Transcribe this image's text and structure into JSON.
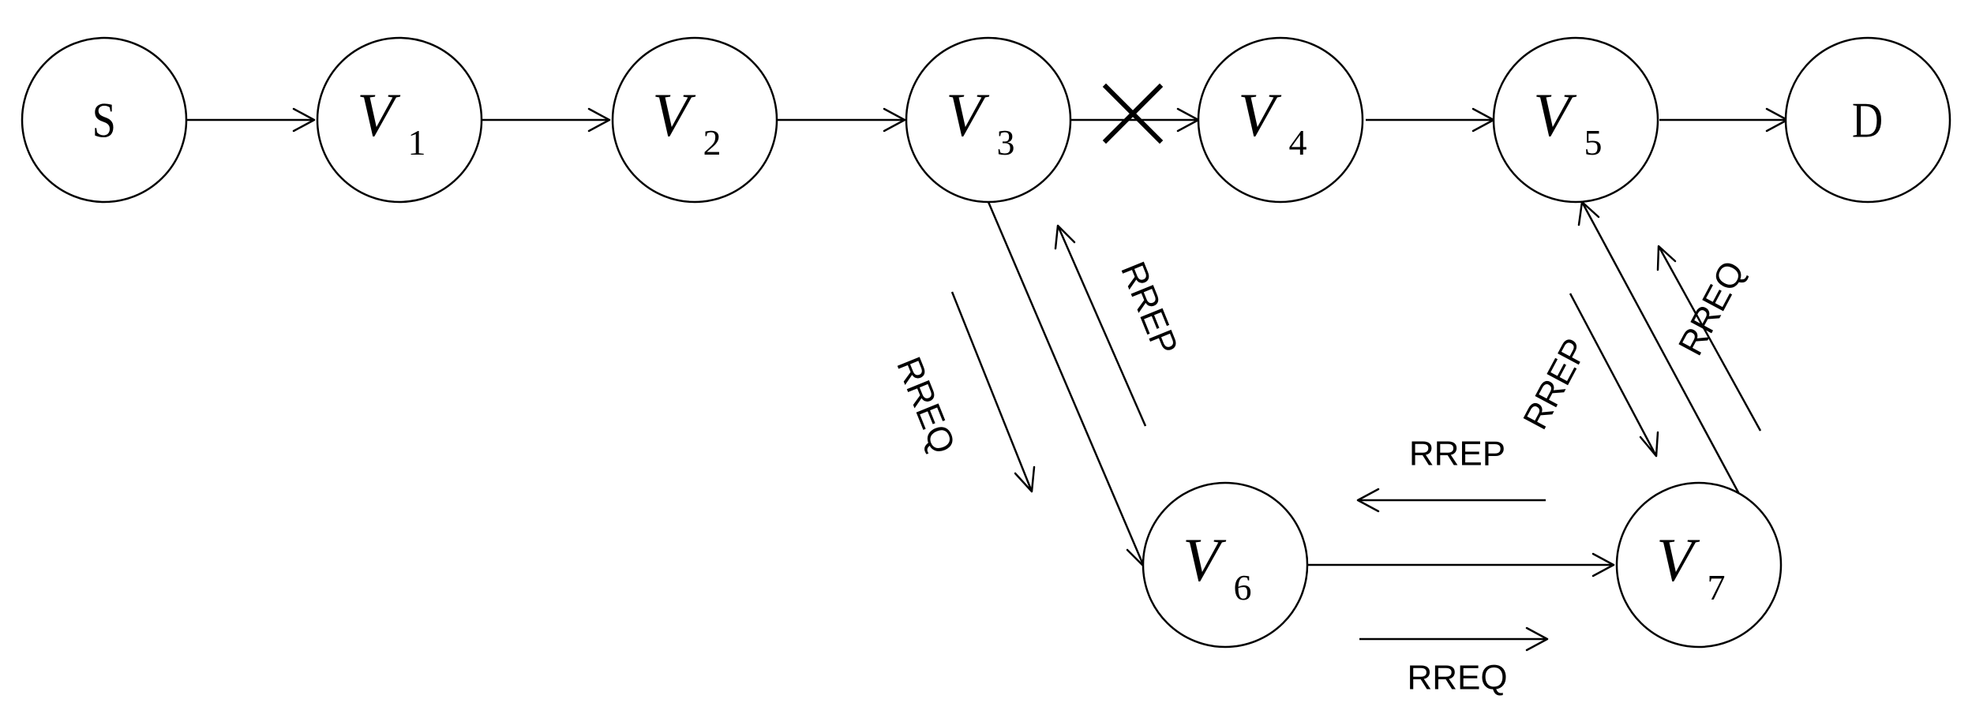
{
  "nodes": [
    {
      "id": "S",
      "label": "S"
    },
    {
      "id": "V1",
      "label": "V",
      "sub": "1"
    },
    {
      "id": "V2",
      "label": "V",
      "sub": "2"
    },
    {
      "id": "V3",
      "label": "V",
      "sub": "3"
    },
    {
      "id": "V4",
      "label": "V",
      "sub": "4"
    },
    {
      "id": "V5",
      "label": "V",
      "sub": "5"
    },
    {
      "id": "D",
      "label": "D"
    },
    {
      "id": "V6",
      "label": "V",
      "sub": "6"
    },
    {
      "id": "V7",
      "label": "V",
      "sub": "7"
    }
  ],
  "edges": [
    {
      "from": "S",
      "to": "V1"
    },
    {
      "from": "V1",
      "to": "V2"
    },
    {
      "from": "V2",
      "to": "V3"
    },
    {
      "from": "V3",
      "to": "V4",
      "broken": true
    },
    {
      "from": "V4",
      "to": "V5"
    },
    {
      "from": "V5",
      "to": "D"
    },
    {
      "from": "V3",
      "to": "V6"
    },
    {
      "from": "V6",
      "to": "V7"
    },
    {
      "from": "V7",
      "to": "V5"
    }
  ],
  "messages": {
    "v3_v6_rreq": "RREQ",
    "v3_v6_rrep": "RREP",
    "v6_v7_rrep": "RREP",
    "v6_v7_rreq": "RREQ",
    "v7_v5_rrep": "RREP",
    "v7_v5_rreq": "RREQ"
  },
  "colors": {
    "stroke": "#000000",
    "background": "#ffffff"
  }
}
